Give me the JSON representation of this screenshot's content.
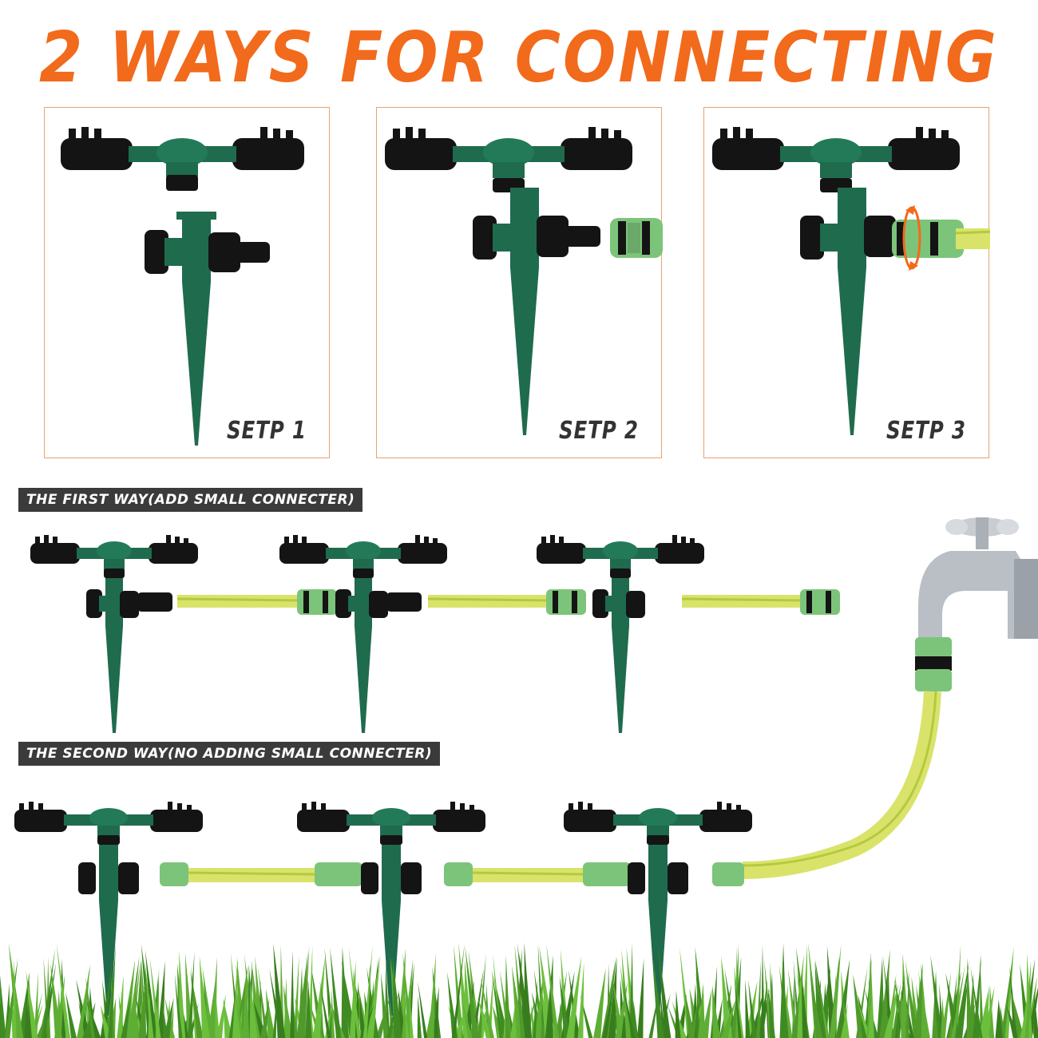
{
  "title": "2 WAYS FOR CONNECTING",
  "steps": [
    {
      "label": "SETP 1"
    },
    {
      "label": "SETP 2"
    },
    {
      "label": "SETP 3"
    }
  ],
  "ways": [
    {
      "label": "THE FIRST WAY(ADD SMALL CONNECTER)"
    },
    {
      "label": "THE SECOND WAY(NO ADDING SMALL CONNECTER)"
    }
  ],
  "colors": {
    "accent": "#f26a1b",
    "sprinkler_green": "#1f6b4e",
    "nozzle_black": "#141414",
    "hose_yellow": "#d9e36a",
    "connector_green": "#7cc47a",
    "grass": "#4f9a2a",
    "label_bg": "#3b3b3b"
  }
}
